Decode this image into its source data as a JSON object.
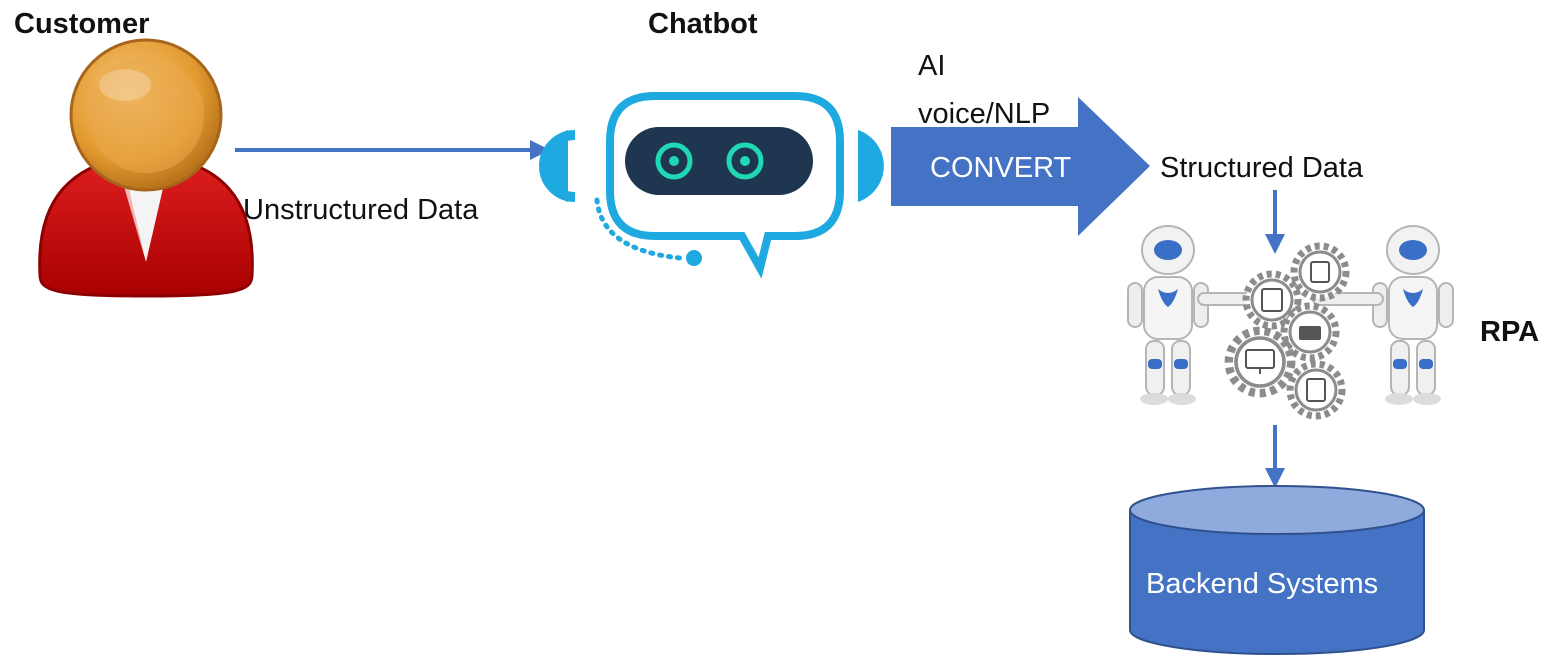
{
  "nodes": {
    "customer": {
      "label": "Customer"
    },
    "chatbot": {
      "label": "Chatbot"
    },
    "rpa": {
      "label": "RPA"
    },
    "backend": {
      "label": "Backend Systems"
    }
  },
  "edges": {
    "customer_to_chatbot": {
      "label": "Unstructured Data"
    },
    "convert": {
      "label": "CONVERT",
      "caption_line1": "AI",
      "caption_line2": "voice/NLP"
    },
    "convert_output": {
      "label": "Structured Data"
    }
  },
  "colors": {
    "arrow": "#4472c4",
    "convert_fill": "#4472c4",
    "cylinder_body": "#4472c4",
    "cylinder_top": "#8faadc",
    "customer_body": "#c00000",
    "customer_head": "#e8a33a",
    "chatbot_outline": "#1fa9e1",
    "chatbot_screen": "#1e3650",
    "chatbot_eyes": "#20d9b4",
    "gear": "#8c8c8c"
  },
  "icons": [
    "person-icon",
    "chatbot-icon",
    "robot-icon",
    "gear-icon",
    "database-icon"
  ]
}
